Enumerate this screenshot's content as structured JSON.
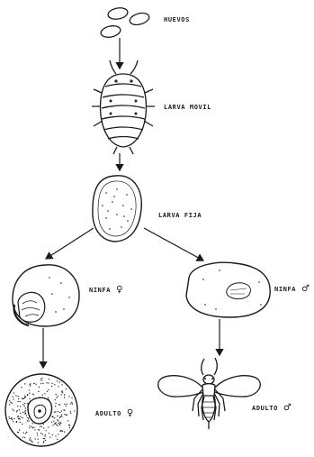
{
  "stages": {
    "huevos": "HUEVOS",
    "larva_movil": "LARVA MOVIL",
    "larva_fija": "LARVA FIJA",
    "ninfa_hembra": "NINFA",
    "ninfa_macho": "NINFA",
    "adulto_hembra": "ADULTO",
    "adulto_macho": "ADULTO"
  },
  "symbols": {
    "female": "♀",
    "male": "♂"
  },
  "colors": {
    "ink": "#1a1a1a",
    "background": "#ffffff"
  }
}
